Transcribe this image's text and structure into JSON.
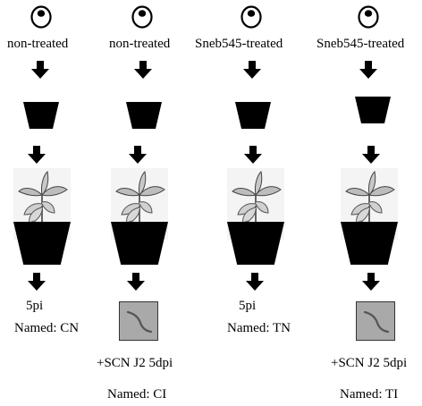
{
  "columns": [
    {
      "treatment": "non-treated",
      "outcome_lines": [
        "5pi",
        "Named: CN"
      ],
      "has_nematode": false
    },
    {
      "treatment": "non-treated",
      "outcome_lines": [
        "+SCN J2 5dpi",
        "Named: CI"
      ],
      "has_nematode": true
    },
    {
      "treatment": "Sneb545-treated",
      "outcome_lines": [
        "5pi",
        "Named: TN"
      ],
      "has_nematode": false
    },
    {
      "treatment": "Sneb545-treated",
      "outcome_lines": [
        "+SCN J2 5dpi",
        "Named: TI"
      ],
      "has_nematode": true
    }
  ],
  "icons": {
    "seed": "seed-icon",
    "arrow": "down-arrow-icon",
    "pot": "pot-icon",
    "plant": "soybean-plant-icon",
    "nematode": "nematode-image-icon"
  }
}
